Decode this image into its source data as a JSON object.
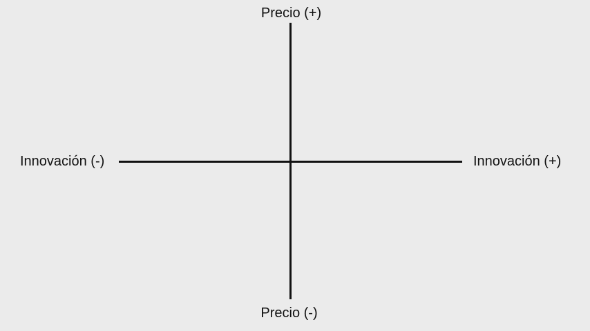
{
  "diagram": {
    "axis_top_label": "Precio (+)",
    "axis_bottom_label": "Precio (-)",
    "axis_left_label": "Innovación (-)",
    "axis_right_label": "Innovación (+)"
  }
}
